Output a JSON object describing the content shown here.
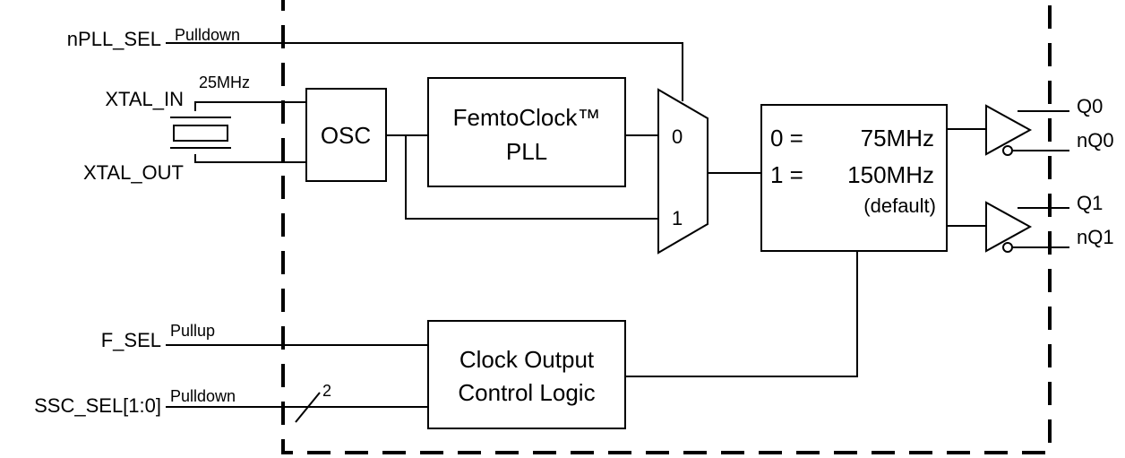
{
  "inputs": {
    "npll_sel": {
      "label": "nPLL_SEL",
      "bias": "Pulldown"
    },
    "xtal_in": {
      "label": "XTAL_IN",
      "freq": "25MHz"
    },
    "xtal_out": {
      "label": "XTAL_OUT"
    },
    "f_sel": {
      "label": "F_SEL",
      "bias": "Pullup"
    },
    "ssc_sel": {
      "label": "SSC_SEL[1:0]",
      "bias": "Pulldown",
      "bus_width": "2"
    }
  },
  "blocks": {
    "osc": "OSC",
    "pll_line1": "FemtoClock™",
    "pll_line2": "PLL",
    "mux_in0": "0",
    "mux_in1": "1",
    "divider": {
      "row0_key": "0 =",
      "row0_val": "75MHz",
      "row1_key": "1 =",
      "row1_val": "150MHz",
      "row1_note": "(default)"
    },
    "control_line1": "Clock Output",
    "control_line2": "Control Logic"
  },
  "outputs": {
    "q0": "Q0",
    "nq0": "nQ0",
    "q1": "Q1",
    "nq1": "nQ1"
  }
}
